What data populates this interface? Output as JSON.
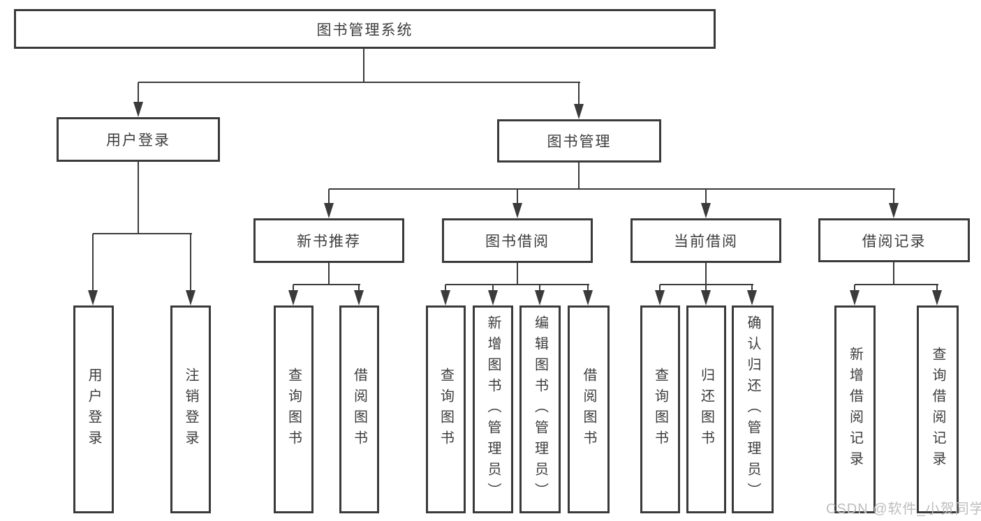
{
  "diagram": {
    "type": "hierarchy-tree",
    "title": "图书管理系统"
  },
  "colors": {
    "background": "#ffffff",
    "box_border": "#3a3a3a",
    "text": "#3c3c3c",
    "line": "#3a3a3a",
    "watermark": "#bdbdbd"
  },
  "watermark": {
    "text": "CSDN @软件_小贺同学"
  },
  "nodes": [
    {
      "id": "root",
      "label": "图书管理系统",
      "level": 1,
      "parent": null,
      "vertical": false
    },
    {
      "id": "user-login",
      "label": "用户登录",
      "level": 2,
      "parent": "root",
      "vertical": false
    },
    {
      "id": "book-mgmt",
      "label": "图书管理",
      "level": 2,
      "parent": "root",
      "vertical": false
    },
    {
      "id": "new-book-rec",
      "label": "新书推荐",
      "level": 3,
      "parent": "book-mgmt",
      "vertical": false
    },
    {
      "id": "book-borrowing",
      "label": "图书借阅",
      "level": 3,
      "parent": "book-mgmt",
      "vertical": false
    },
    {
      "id": "current-borrowing",
      "label": "当前借阅",
      "level": 3,
      "parent": "book-mgmt",
      "vertical": false
    },
    {
      "id": "borrow-records",
      "label": "借阅记录",
      "level": 3,
      "parent": "book-mgmt",
      "vertical": false
    },
    {
      "id": "login",
      "label": "用户登录",
      "level": 4,
      "parent": "user-login",
      "vertical": true
    },
    {
      "id": "logout",
      "label": "注销登录",
      "level": 4,
      "parent": "user-login",
      "vertical": true
    },
    {
      "id": "nbr-query-book",
      "label": "查询图书",
      "level": 4,
      "parent": "new-book-rec",
      "vertical": true
    },
    {
      "id": "nbr-borrow-book",
      "label": "借阅图书",
      "level": 4,
      "parent": "new-book-rec",
      "vertical": true
    },
    {
      "id": "bb-query-book",
      "label": "查询图书",
      "level": 4,
      "parent": "book-borrowing",
      "vertical": true
    },
    {
      "id": "bb-add-book",
      "label": "新增图书（管理员）",
      "level": 4,
      "parent": "book-borrowing",
      "vertical": true
    },
    {
      "id": "bb-edit-book",
      "label": "编辑图书（管理员）",
      "level": 4,
      "parent": "book-borrowing",
      "vertical": true
    },
    {
      "id": "bb-borrow-book",
      "label": "借阅图书",
      "level": 4,
      "parent": "book-borrowing",
      "vertical": true
    },
    {
      "id": "cb-query-book",
      "label": "查询图书",
      "level": 4,
      "parent": "current-borrowing",
      "vertical": true
    },
    {
      "id": "cb-return-book",
      "label": "归还图书",
      "level": 4,
      "parent": "current-borrowing",
      "vertical": true
    },
    {
      "id": "cb-confirm-return",
      "label": "确认归还（管理员）",
      "level": 4,
      "parent": "current-borrowing",
      "vertical": true
    },
    {
      "id": "br-add-record",
      "label": "新增借阅记录",
      "level": 4,
      "parent": "borrow-records",
      "vertical": true
    },
    {
      "id": "br-query-record",
      "label": "查询借阅记录",
      "level": 4,
      "parent": "borrow-records",
      "vertical": true
    }
  ]
}
